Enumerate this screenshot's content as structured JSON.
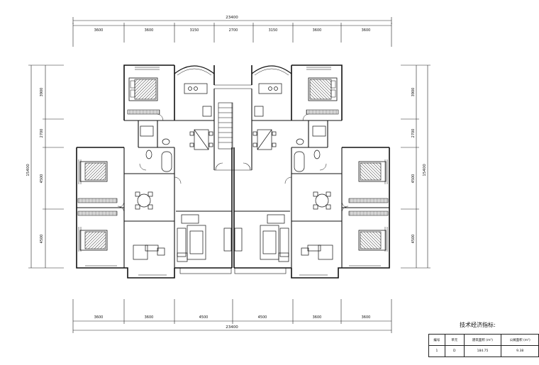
{
  "dimensions": {
    "top_total": "23400",
    "top_segments": [
      "3600",
      "3600",
      "3150",
      "2700",
      "3150",
      "3600",
      "3600"
    ],
    "bottom_segments": [
      "3600",
      "3600",
      "4500",
      "4500",
      "3600",
      "3600"
    ],
    "bottom_total": "23400",
    "left_total": "15400",
    "left_segments": [
      "3900",
      "2700",
      "4500",
      "4500"
    ],
    "right_segments": [
      "3900",
      "2700",
      "4500",
      "4500"
    ],
    "right_total": "15400"
  },
  "tech_table": {
    "title": "技术经济指标:",
    "headers": [
      "编号",
      "单元",
      "建筑面积 (m²)",
      "公摊面积 (m²)"
    ],
    "row": [
      "1",
      "D",
      "184.75",
      "9.38"
    ]
  }
}
